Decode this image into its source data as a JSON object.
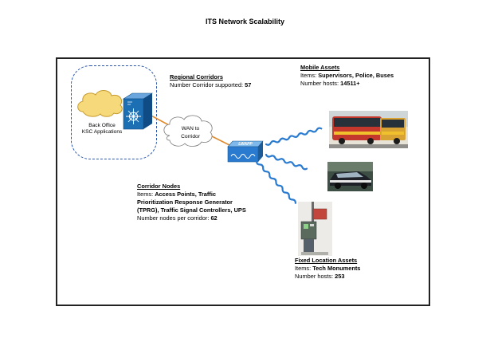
{
  "title": "ITS Network Scalability",
  "back_office": {
    "line1": "Back Office",
    "line2": "KSC Applications"
  },
  "wan": {
    "line1": "WAN to",
    "line2": "Corridor"
  },
  "router_label": "LWAPP",
  "regional": {
    "header": "Regional Corridors",
    "count_label": "Number Corridor supported:",
    "count_value": "57"
  },
  "mobile": {
    "header": "Mobile Assets",
    "items_label": "Items:",
    "items_value": "Supervisors, Police, Buses",
    "hosts_label": "Number hosts:",
    "hosts_value": "14511+"
  },
  "corridor": {
    "header": "Corridor Nodes",
    "items_label": "Items:",
    "items_line1": "Access Points, Traffic",
    "items_line2": "Prioritization Response Generator",
    "items_line3": "(TPRG),",
    "items_line3b": "Traffic Signal Controllers, UPS",
    "count_label": "Number nodes per corridor:",
    "count_value": "62"
  },
  "fixed": {
    "header": "Fixed  Location Assets",
    "items_label": "Items:",
    "items_value": "Tech Monuments",
    "hosts_label": "Number hosts:",
    "hosts_value": "253"
  },
  "colors": {
    "frame": "#222222",
    "dashed": "#2a56a8",
    "cloud": "#f6d97a",
    "switch": "#1c6fb3",
    "wireless": "#2a7bd0",
    "orange_link": "#e08a2c"
  },
  "icons": [
    "cloud-icon",
    "l3-switch-icon",
    "wan-cloud-icon",
    "wireless-router-icon",
    "bus-photo",
    "police-car-photo",
    "tech-monument-photo"
  ]
}
